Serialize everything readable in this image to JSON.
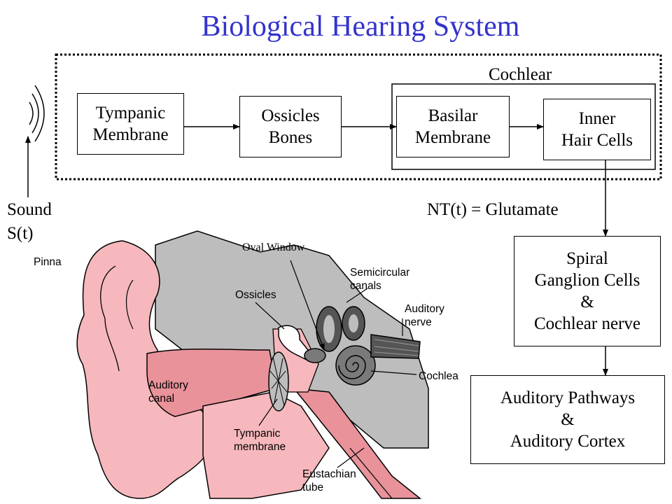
{
  "title": "Biological Hearing System",
  "colors": {
    "title": "#3333cc",
    "skin": "#f6b8bc",
    "skin_dark": "#e9929a",
    "bone": "#bdbdbd",
    "inner": "#7a7a7a"
  },
  "flow": {
    "tympanic": "Tympanic\nMembrane",
    "ossicles": "Ossicles\nBones",
    "basilar": "Basilar\nMembrane",
    "hair_cells": "Inner\nHair Cells",
    "cochlear_group": "Cochlear",
    "sound": "Sound\nS(t)",
    "nt": "NT(t) = Glutamate",
    "spiral": "Spiral\nGanglion Cells\n&\nCochlear nerve",
    "pathways": "Auditory Pathways\n&\nAuditory Cortex"
  },
  "ear_labels": {
    "pinna": "Pinna",
    "oval_window": "Oval Window",
    "ossicles": "Ossicles",
    "semicircular": "Semicircular\ncanals",
    "auditory_nerve": "Auditory\nnerve",
    "cochlea": "Cochlea",
    "auditory_canal": "Auditory\ncanal",
    "tympanic": "Tympanic\nmembrane",
    "eustachian": "Eustachian\ntube"
  }
}
